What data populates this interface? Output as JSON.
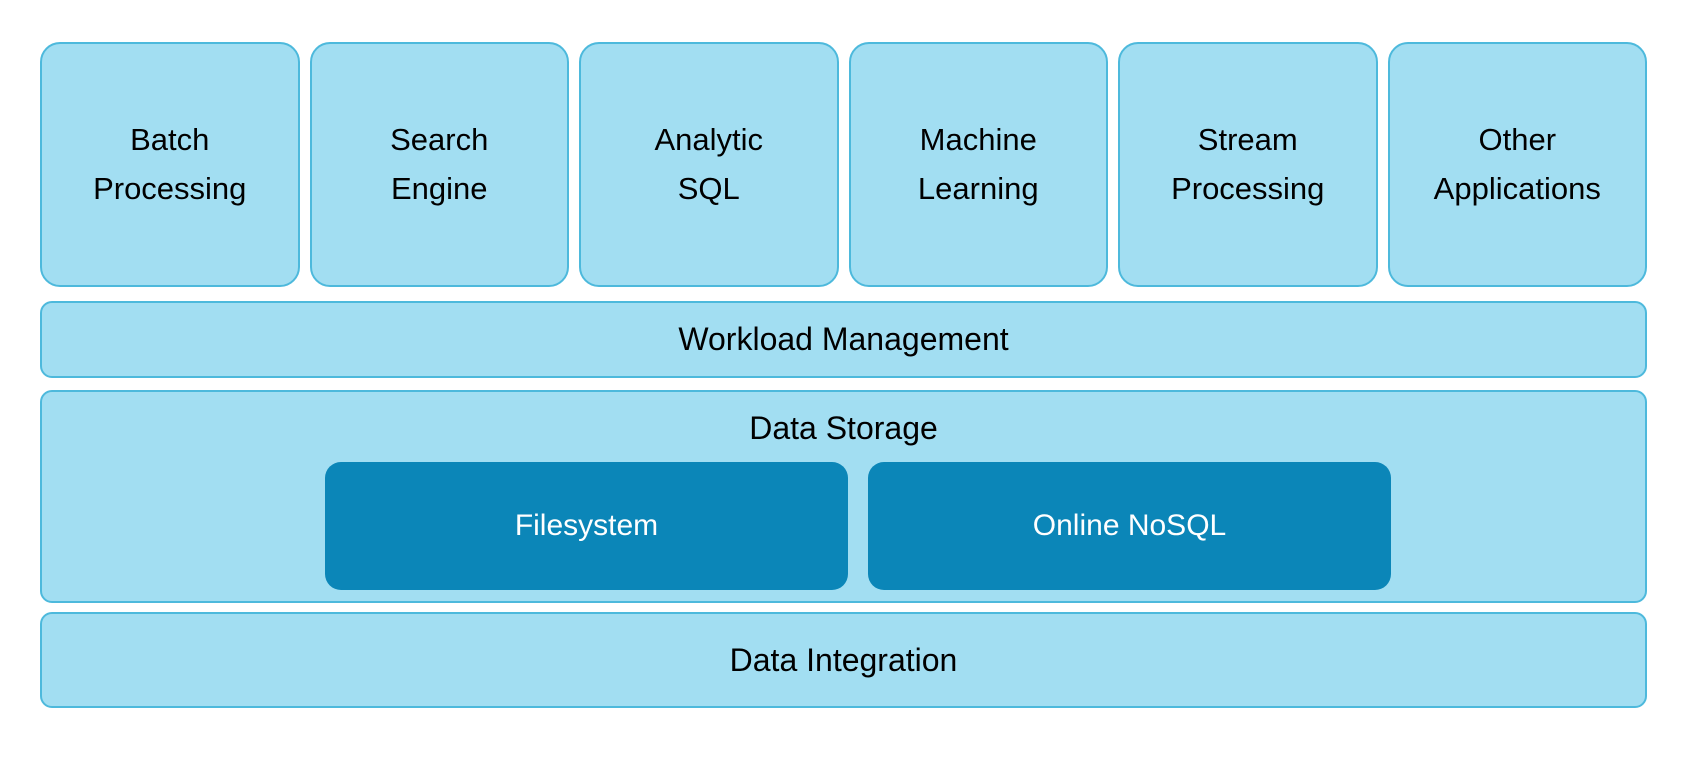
{
  "diagram": {
    "layers": {
      "applications": [
        {
          "label": "Batch\nProcessing"
        },
        {
          "label": "Search\nEngine"
        },
        {
          "label": "Analytic\nSQL"
        },
        {
          "label": "Machine\nLearning"
        },
        {
          "label": "Stream\nProcessing"
        },
        {
          "label": "Other\nApplications"
        }
      ],
      "workload": {
        "label": "Workload Management"
      },
      "storage": {
        "label": "Data Storage",
        "children": [
          {
            "label": "Filesystem"
          },
          {
            "label": "Online NoSQL"
          }
        ]
      },
      "integration": {
        "label": "Data Integration"
      }
    },
    "colors": {
      "light_box_fill": "#a2def2",
      "light_box_border": "#4db9dc",
      "dark_box_fill": "#0b86b8",
      "dark_box_text": "#ffffff",
      "label_text": "#000000",
      "background": "#ffffff"
    }
  }
}
